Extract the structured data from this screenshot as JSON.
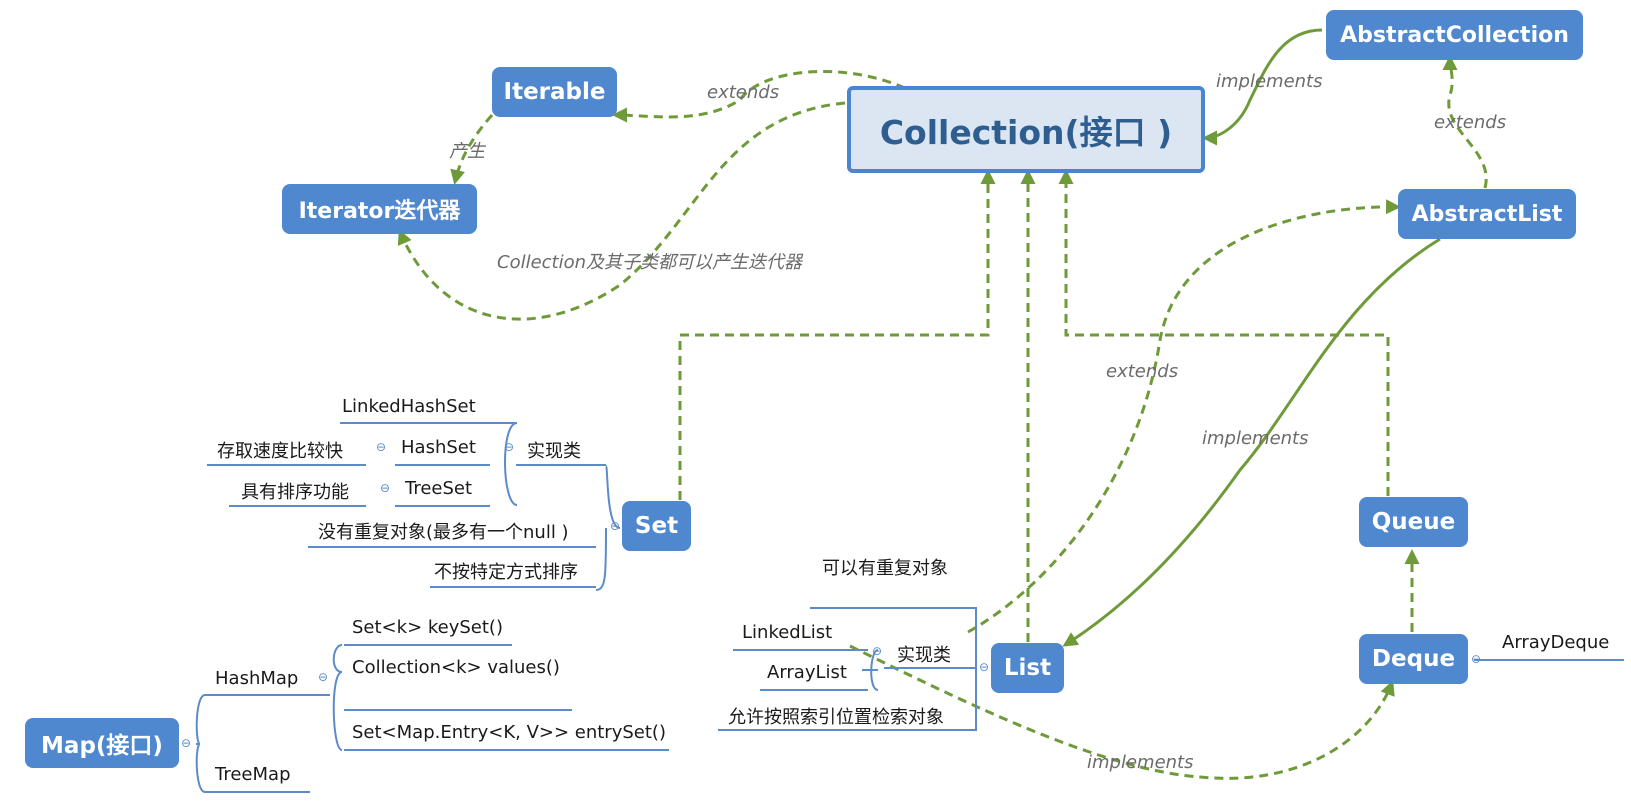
{
  "nodes": {
    "collection": "Collection(接口 )",
    "iterable": "Iterable",
    "iterator": "Iterator迭代器",
    "abstract_collection": "AbstractCollection",
    "abstract_list": "AbstractList",
    "set": "Set",
    "list": "List",
    "queue": "Queue",
    "deque": "Deque",
    "map": "Map(接口)"
  },
  "edge_labels": {
    "extends_iterable": "extends",
    "produce": "产生",
    "collection_iterator_note": "Collection及其子类都可以产生迭代器",
    "implements_abstract_collection": "implements",
    "extends_abstract_collection": "extends",
    "extends_list": "extends",
    "implements_list": "implements",
    "implements_deque": "implements"
  },
  "set_branch": {
    "impl_label": "实现类",
    "linked_hash_set": "LinkedHashSet",
    "hash_set": "HashSet",
    "hash_set_note": "存取速度比较快",
    "tree_set": "TreeSet",
    "tree_set_note": "具有排序功能",
    "no_duplicates": "没有重复对象(最多有一个null )",
    "unordered": "不按特定方式排序"
  },
  "list_branch": {
    "duplicates": "可以有重复对象",
    "impl_label": "实现类",
    "linked_list": "LinkedList",
    "array_list": "ArrayList",
    "index_access": "允许按照索引位置检索对象"
  },
  "deque_branch": {
    "array_deque": "ArrayDeque"
  },
  "map_branch": {
    "hash_map": "HashMap",
    "tree_map": "TreeMap",
    "key_set": "Set<k> keySet()",
    "values": "Collection<k> values()",
    "entry_set": "Set<Map.Entry<K, V>> entrySet()"
  },
  "colors": {
    "node_fill": "#4f88cf",
    "root_fill": "#dce6f3",
    "root_border": "#4a86d0",
    "arrow": "#6f9a3a",
    "branch_line": "#5b8bc9"
  }
}
